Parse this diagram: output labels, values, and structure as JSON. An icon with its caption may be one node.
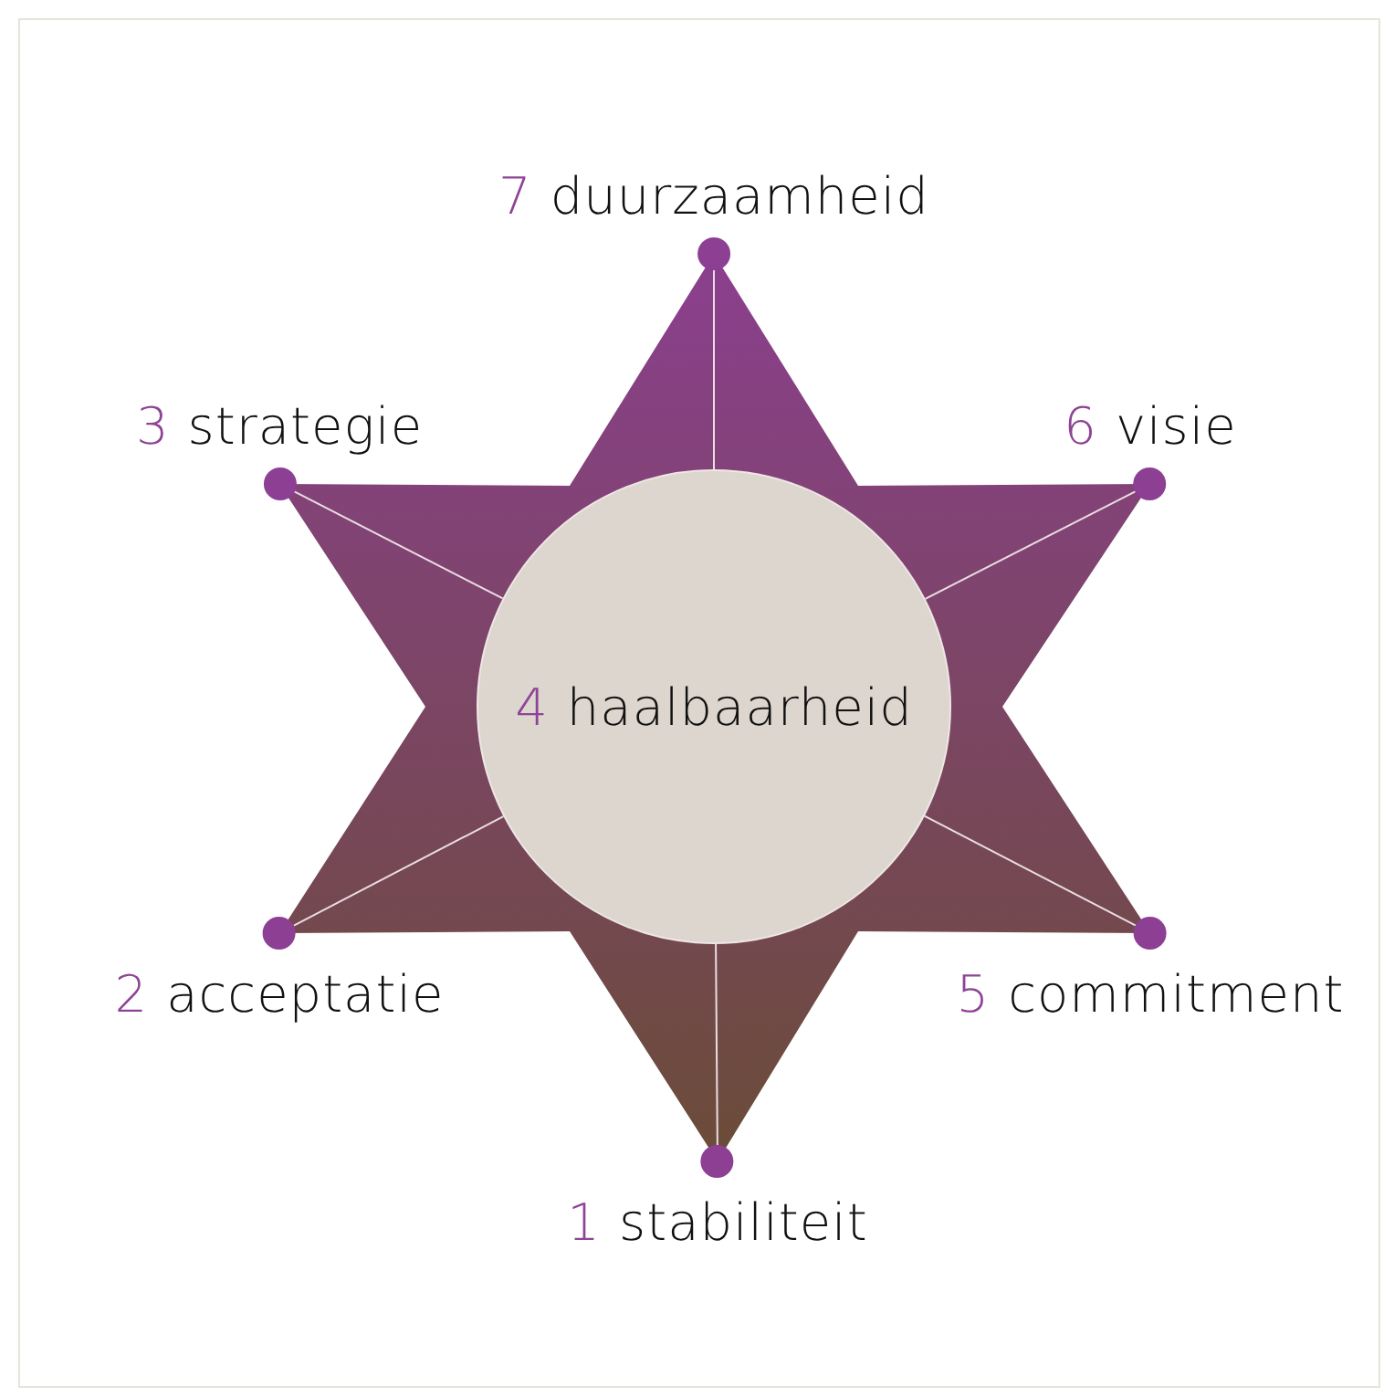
{
  "diagram": {
    "nodes": [
      {
        "text": [
          "7",
          "duurzaamheid"
        ]
      },
      {
        "text": [
          "3",
          "strategie"
        ]
      },
      {
        "text": [
          "6",
          "visie"
        ]
      },
      {
        "text": [
          "4",
          "haalbaarheid"
        ]
      },
      {
        "text": [
          "2",
          "acceptatie"
        ]
      },
      {
        "text": [
          "5",
          "commitment"
        ]
      },
      {
        "text": [
          "1",
          "stabiliteit"
        ]
      }
    ],
    "edges": [
      {
        "from": 3,
        "to": 0,
        "arrow": "none"
      },
      {
        "from": 3,
        "to": 1,
        "arrow": "none"
      },
      {
        "from": 3,
        "to": 2,
        "arrow": "none"
      },
      {
        "from": 3,
        "to": 4,
        "arrow": "none"
      },
      {
        "from": 3,
        "to": 5,
        "arrow": "none"
      },
      {
        "from": 3,
        "to": 6,
        "arrow": "none"
      }
    ]
  }
}
